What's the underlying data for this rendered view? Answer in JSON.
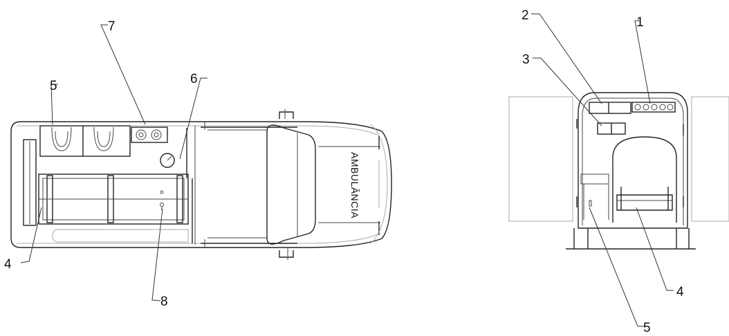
{
  "vehicle_side_text": "AMBULÂNCIA",
  "top_view": {
    "labels": [
      "7",
      "5",
      "6",
      "4",
      "8"
    ]
  },
  "rear_view": {
    "labels": [
      "2",
      "1",
      "3",
      "4",
      "5"
    ]
  }
}
